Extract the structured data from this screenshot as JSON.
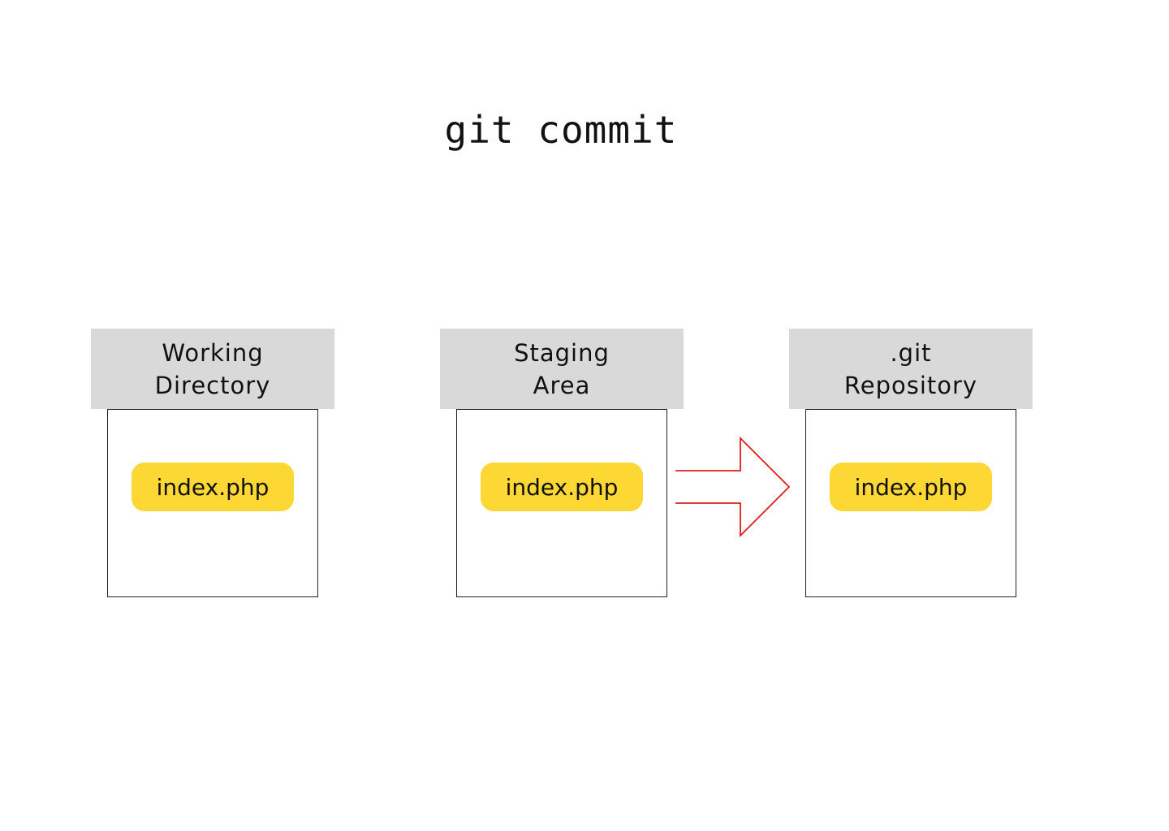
{
  "title": "git commit",
  "areas": [
    {
      "title_line1": "Working",
      "title_line2": "Directory",
      "file": "index.php"
    },
    {
      "title_line1": "Staging",
      "title_line2": "Area",
      "file": "index.php"
    },
    {
      "title_line1": ".git",
      "title_line2": "Repository",
      "file": "index.php"
    }
  ],
  "colors": {
    "header_bg": "#d9d9d9",
    "file_pill": "#fdd835",
    "arrow": "#e31b1b",
    "box_border": "#222222"
  },
  "icons": {
    "arrow": "hollow-right-arrow-icon"
  }
}
